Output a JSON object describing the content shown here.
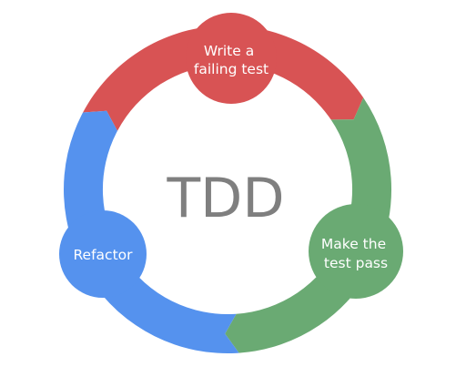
{
  "center_title": "TDD",
  "stages": [
    {
      "id": "red",
      "lines": [
        "Write a",
        "failing test"
      ],
      "color": "#d85354"
    },
    {
      "id": "green",
      "lines": [
        "Make the",
        "test pass"
      ],
      "color": "#6aaa73"
    },
    {
      "id": "refactor",
      "lines": [
        "Refactor"
      ],
      "color": "#5592ee"
    }
  ]
}
